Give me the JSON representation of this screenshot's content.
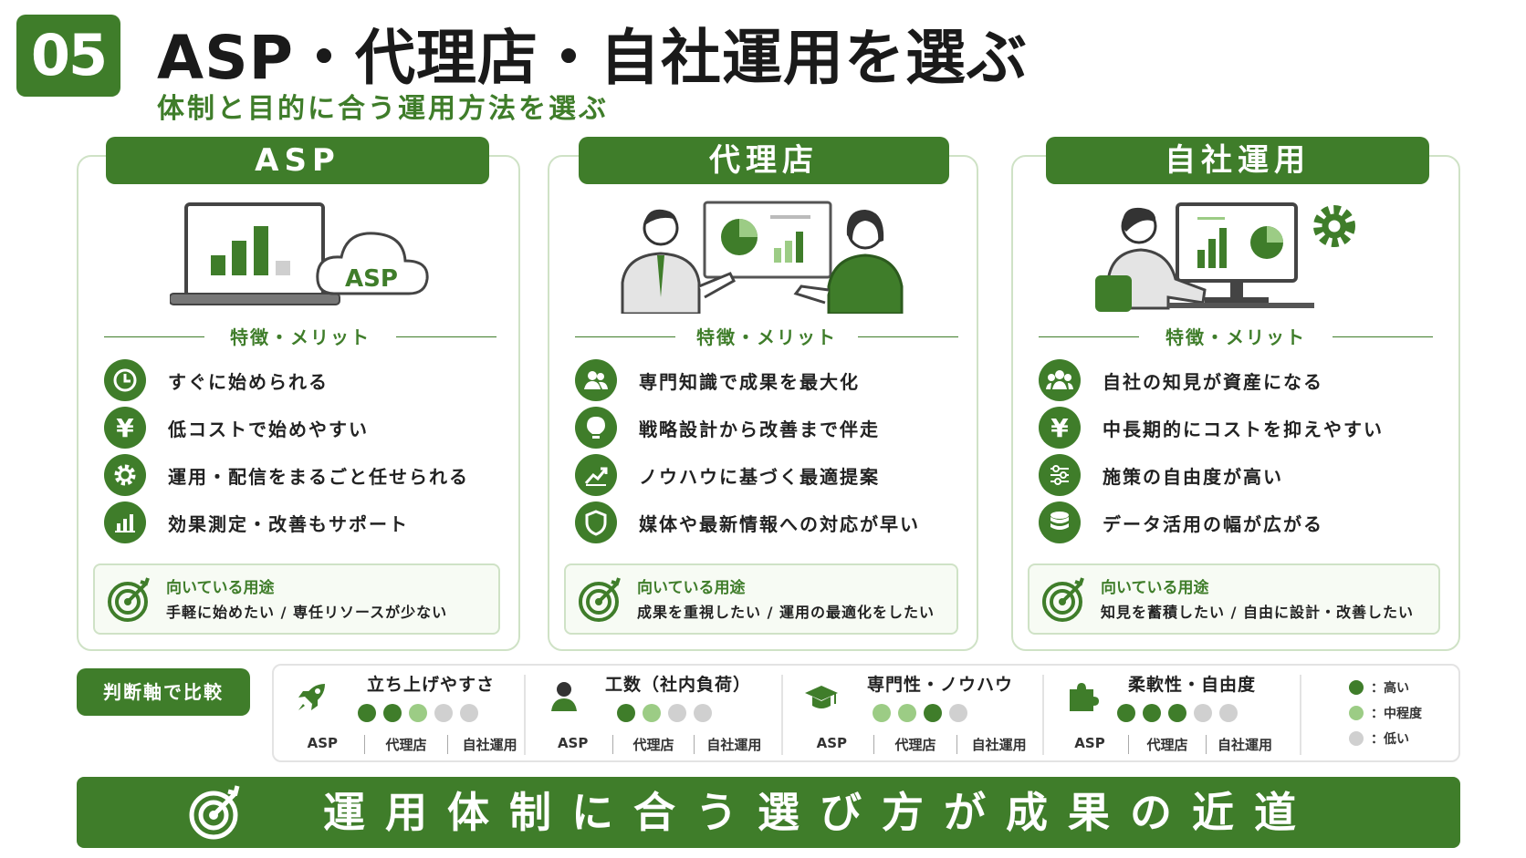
{
  "header": {
    "number": "05",
    "title": "ASP・代理店・自社運用を選ぶ",
    "subtitle": "体制と目的に合う運用方法を選ぶ"
  },
  "columns": [
    {
      "title": "ASP",
      "cloud_label": "ASP",
      "features_label": "特徴・メリット",
      "items": [
        {
          "icon": "clock-icon",
          "text": "すぐに始められる"
        },
        {
          "icon": "yen-icon",
          "text": "低コストで始めやすい"
        },
        {
          "icon": "gear-icon",
          "text": "運用・配信をまるごと任せられる"
        },
        {
          "icon": "bar-chart-icon",
          "text": "効果測定・改善もサポート"
        }
      ],
      "use_title": "向いている用途",
      "use_text": "手軽に始めたい / 専任リソースが少ない"
    },
    {
      "title": "代理店",
      "features_label": "特徴・メリット",
      "items": [
        {
          "icon": "people-icon",
          "text": "専門知識で成果を最大化"
        },
        {
          "icon": "lightbulb-icon",
          "text": "戦略設計から改善まで伴走"
        },
        {
          "icon": "trend-chart-icon",
          "text": "ノウハウに基づく最適提案"
        },
        {
          "icon": "shield-icon",
          "text": "媒体や最新情報への対応が早い"
        }
      ],
      "use_title": "向いている用途",
      "use_text": "成果を重視したい / 運用の最適化をしたい"
    },
    {
      "title": "自社運用",
      "features_label": "特徴・メリット",
      "items": [
        {
          "icon": "group-icon",
          "text": "自社の知見が資産になる"
        },
        {
          "icon": "yen-icon",
          "text": "中長期的にコストを抑えやすい"
        },
        {
          "icon": "sliders-icon",
          "text": "施策の自由度が高い"
        },
        {
          "icon": "database-icon",
          "text": "データ活用の幅が広がる"
        }
      ],
      "use_title": "向いている用途",
      "use_text": "知見を蓄積したい / 自由に設計・改善したい"
    }
  ],
  "comparison": {
    "tag": "判断軸で比較",
    "metrics": [
      {
        "icon": "rocket-icon",
        "title": "立ち上げやすさ",
        "levels": [
          "high",
          "high",
          "mid",
          "low",
          "low"
        ]
      },
      {
        "icon": "person-icon",
        "title": "工数（社内負荷）",
        "levels": [
          "high",
          "mid",
          "low",
          "low"
        ]
      },
      {
        "icon": "graduation-cap-icon",
        "title": "専門性・ノウハウ",
        "levels": [
          "mid",
          "mid",
          "high",
          "low"
        ]
      },
      {
        "icon": "puzzle-icon",
        "title": "柔軟性・自由度",
        "levels": [
          "high",
          "high",
          "high",
          "low",
          "low"
        ]
      }
    ],
    "sub_labels": [
      "ASP",
      "代理店",
      "自社運用"
    ],
    "legend": [
      {
        "level": "high",
        "label": "：高い"
      },
      {
        "level": "mid",
        "label": "：中程度"
      },
      {
        "level": "low",
        "label": "：低い"
      }
    ]
  },
  "banner": {
    "text": "運用体制に合う選び方が成果の近道"
  },
  "colors": {
    "brand": "#3f7d2a",
    "high": "#3f7d2a",
    "mid": "#9ccc85",
    "low": "#d0d0d0",
    "border": "#cfe2c6"
  }
}
